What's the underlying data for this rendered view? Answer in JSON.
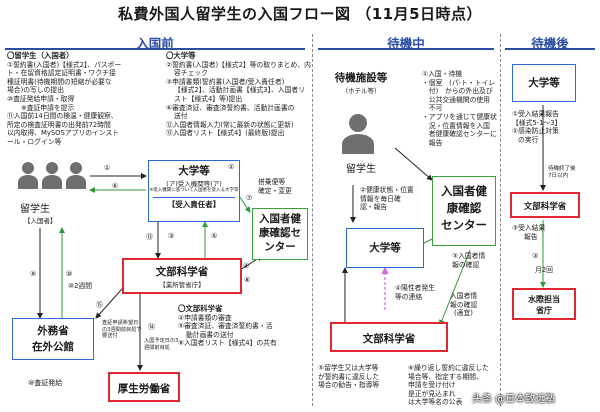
{
  "title": "私費外国人留学生の入国フロー図 （11月5日時点）",
  "sections": {
    "before": "入国前",
    "waiting": "待機中",
    "after": "待機後"
  },
  "before": {
    "student_head": "〇留学生（入国者）",
    "student_notes": [
      "①誓約書(入国者)【様式2】、パスポー",
      "ト・在留資格認定証明書・ワクチ接",
      "種証明書(待機期間の短縮が必要な",
      "場合)の写しの提出",
      "⑩査証発給申請・取得",
      "※査証申請を提示",
      "⑪入国前14日間の検温・健康観察、",
      "所定の検査証明書の出発前72時間",
      "以内取得、MySOSアプリのインスト",
      "ール・ログイン等"
    ],
    "univ_head": "〇大学等",
    "univ_notes": [
      "②誓約書(入国者)【様式2】等の取りまとめ、内",
      "容チェック",
      "③申請書類(誓約書(入国者/受入責任者)",
      "【様式2】、活動計画書【様式3】、入国者リ",
      "スト【様式4】等)提出",
      "⑥審査済証、審査済誓約書、活動計画書の",
      "送付",
      "⑫入国者情報入力(常に最新の状態に更新)",
      "⑬入国者リスト【様式4】(最終版)提出"
    ],
    "student_label": "留学生",
    "student_sub": "【入国者】",
    "univ_box": {
      "title": "大学等",
      "sub1": "(ア)受入機関等(ア)",
      "sub2": "※受入機関に基づいて入国者を受入る大学等",
      "role": "【受入責任者】"
    },
    "mext_box": {
      "title": "文部科学省",
      "sub": "【業所管省庁】"
    },
    "embassy_box": {
      "line1": "外務省",
      "line2": "在外公館"
    },
    "mhlw_box": "厚生労働省",
    "health_box": {
      "line1": "入国者健",
      "line2": "康確認セ",
      "line3": "ンター"
    },
    "health_note": [
      "搭乗便等",
      "確定・変更"
    ],
    "mext_notes": {
      "head": "〇文部科学省",
      "lines": [
        "④申請書類の審査",
        "⑤審査済証、審査済誓約書・活",
        "動計画書の送付",
        "⑧入国者リスト【様式4】の共有"
      ]
    },
    "embassy_notes": [
      "査証申請希望日",
      "の3週間前目処で",
      "要送付"
    ],
    "mhlw_notes": [
      "入国予定日の3",
      "週間前目処"
    ],
    "visa_label": "⑩査証発給",
    "visa_num": "⑨",
    "visa_num2": "⑩",
    "visa_small": "⑩2週間",
    "nums": {
      "n1": "①",
      "n2": "②",
      "n3": "③",
      "n4": "④",
      "n5": "⑤",
      "n6": "⑥",
      "n7": "⑦",
      "n8": "⑧",
      "n13": "⑬",
      "n14": "⑭",
      "n15": "⑮"
    }
  },
  "waiting": {
    "facility": {
      "line1": "待機施設等",
      "line2": "（ホテル等）"
    },
    "student_label": "留学生",
    "notes_top": [
      "①入国・待機",
      "・個室　(パ-ト・トイレ",
      "　付)　からの外出及び",
      "　公共交通機関の使用",
      "　不可",
      "・アプリを通じて健康状",
      "　況・位置情報を入国",
      "　者健康確認センターに",
      "　報告"
    ],
    "health_box": {
      "line1": "入国者健",
      "line2": "康確認",
      "line3": "センター"
    },
    "notes_mid": [
      "②健康状態・位置",
      "情報を毎日確",
      "認・報告"
    ],
    "univ_box": "大学等",
    "notes_right": [
      "③入国者情",
      "報の確認"
    ],
    "mext_box": "文部科学省",
    "notes_low": [
      "④陽性者発生",
      "等の連絡"
    ],
    "notes_report": [
      "入国者情",
      "報の確認",
      "(適宜)"
    ],
    "notes_bottom_left": [
      "⑤留学生又は大学等",
      "が誓約書に違反した",
      "場合の勧告・指導等"
    ],
    "notes_bottom_right": [
      "⑥繰り返し誓約に違反した",
      "場合等、指定する期間、",
      "申請を受け付け",
      "是正が見込まれ",
      "は大学等名の公表"
    ]
  },
  "after": {
    "univ_box": "大学等",
    "notes1": [
      "①受入結果報告",
      "【様式5-1～3】",
      "②感染防止対策",
      "の実行"
    ],
    "notes2": [
      "待機終了後",
      "7日以内"
    ],
    "mext_box": "文部科学省",
    "notes3": [
      "③受入結果",
      "報告"
    ],
    "notes4": "月2回",
    "mizugiwa_box": {
      "line1": "水際担当",
      "line2": "省庁"
    },
    "num3": "③"
  },
  "watermark": "头条 @日本致远塾"
}
